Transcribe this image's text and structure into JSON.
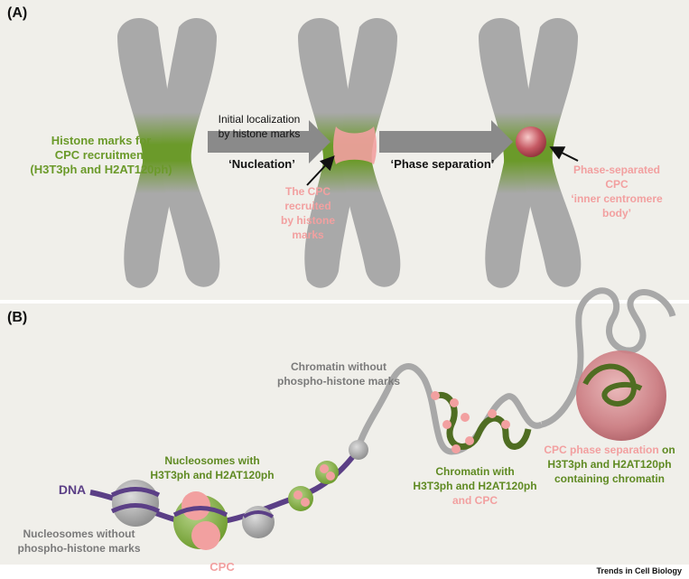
{
  "panel_a": {
    "label": "(A)",
    "histone_marks_label": [
      "Histone marks for",
      "CPC recruitment",
      "(H3T3ph and H2AT120ph)"
    ],
    "arrow1_label": [
      "Initial localization",
      "by histone marks"
    ],
    "nucleation_label": "‘Nucleation’",
    "cpc_recruited_label": [
      "The CPC",
      "recruited",
      "by histone",
      "marks"
    ],
    "phase_sep_arrow_label": "‘Phase separation’",
    "phase_separated_label": [
      "Phase-separated",
      "CPC",
      "‘inner centromere",
      "body’"
    ]
  },
  "panel_b": {
    "label": "(B)",
    "dna_label": "DNA",
    "nucleosomes_with_label": [
      "Nucleosomes with",
      "H3T3ph and H2AT120ph"
    ],
    "nucleosomes_without_label": [
      "Nucleosomes without",
      "phospho-histone marks"
    ],
    "cpc_label": "CPC",
    "chromatin_without_label": [
      "Chromatin without",
      "phospho-histone marks"
    ],
    "chromatin_with_label": [
      "Chromatin with",
      "H3T3ph and H2AT120ph",
      "and CPC"
    ],
    "cpc_phase_label": {
      "line1_a": "CPC phase separation",
      "line1_b": " on",
      "line2": "H3T3ph and H2AT120ph",
      "line3": "containing chromatin"
    }
  },
  "footer": "Trends in Cell Biology",
  "colors": {
    "background": "#f0efea",
    "chromosome_grey": "#a9a9a9",
    "histone_green": "#6b9a2a",
    "cpc_pink": "#f2a0a0",
    "dna_purple": "#5b3f86",
    "chromatin_green": "#4f6d22"
  }
}
